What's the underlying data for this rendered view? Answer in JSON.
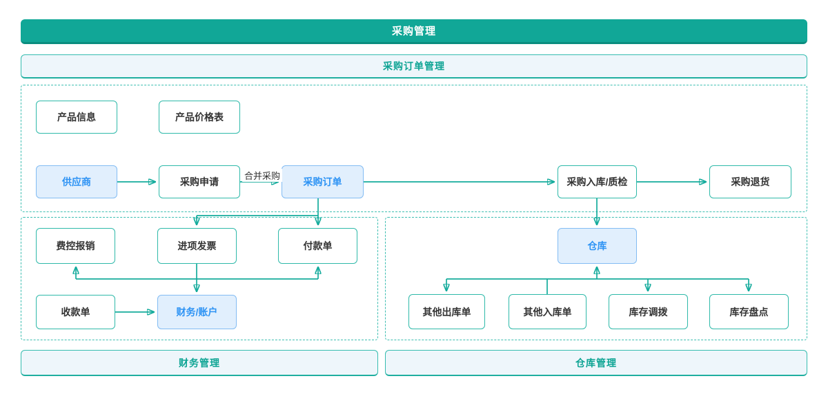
{
  "header": {
    "title": "采购管理"
  },
  "sub_header": {
    "title": "采购订单管理"
  },
  "footers": {
    "finance": "财务管理",
    "warehouse": "仓库管理"
  },
  "nodes": {
    "product_info": {
      "label": "产品信息",
      "highlighted": false
    },
    "product_price_list": {
      "label": "产品价格表",
      "highlighted": false
    },
    "supplier": {
      "label": "供应商",
      "highlighted": true
    },
    "purchase_request": {
      "label": "采购申请",
      "highlighted": false
    },
    "purchase_order": {
      "label": "采购订单",
      "highlighted": true
    },
    "purchase_inbound_qc": {
      "label": "采购入库/质检",
      "highlighted": false
    },
    "purchase_return": {
      "label": "采购退货",
      "highlighted": false
    },
    "expense_reimbursement": {
      "label": "费控报销",
      "highlighted": false
    },
    "input_invoice": {
      "label": "进项发票",
      "highlighted": false
    },
    "payment_order": {
      "label": "付款单",
      "highlighted": false
    },
    "receipt_order": {
      "label": "收款单",
      "highlighted": false
    },
    "finance_account": {
      "label": "财务/账户",
      "highlighted": true
    },
    "warehouse": {
      "label": "仓库",
      "highlighted": true
    },
    "other_outbound_order": {
      "label": "其他出库单",
      "highlighted": false
    },
    "other_inbound_order": {
      "label": "其他入库单",
      "highlighted": false
    },
    "inventory_transfer": {
      "label": "库存调拨",
      "highlighted": false
    },
    "inventory_count": {
      "label": "库存盘点",
      "highlighted": false
    }
  },
  "edge_labels": {
    "merge_purchase": "合并采购"
  },
  "colors": {
    "banner_teal": "#11a797",
    "banner_teal_dark": "#0b8d7f",
    "line_teal": "#14ab9c",
    "box_border_teal": "#2eb9a9",
    "dashed_border_teal": "#3cbeb1",
    "panel_fill": "#eef6fb",
    "panel_text_teal": "#0ea494",
    "highlight_fill_blue": "#e1effd",
    "highlight_border_blue": "#82bcf3",
    "highlight_text_blue": "#2d93f4",
    "node_text": "#333333"
  }
}
